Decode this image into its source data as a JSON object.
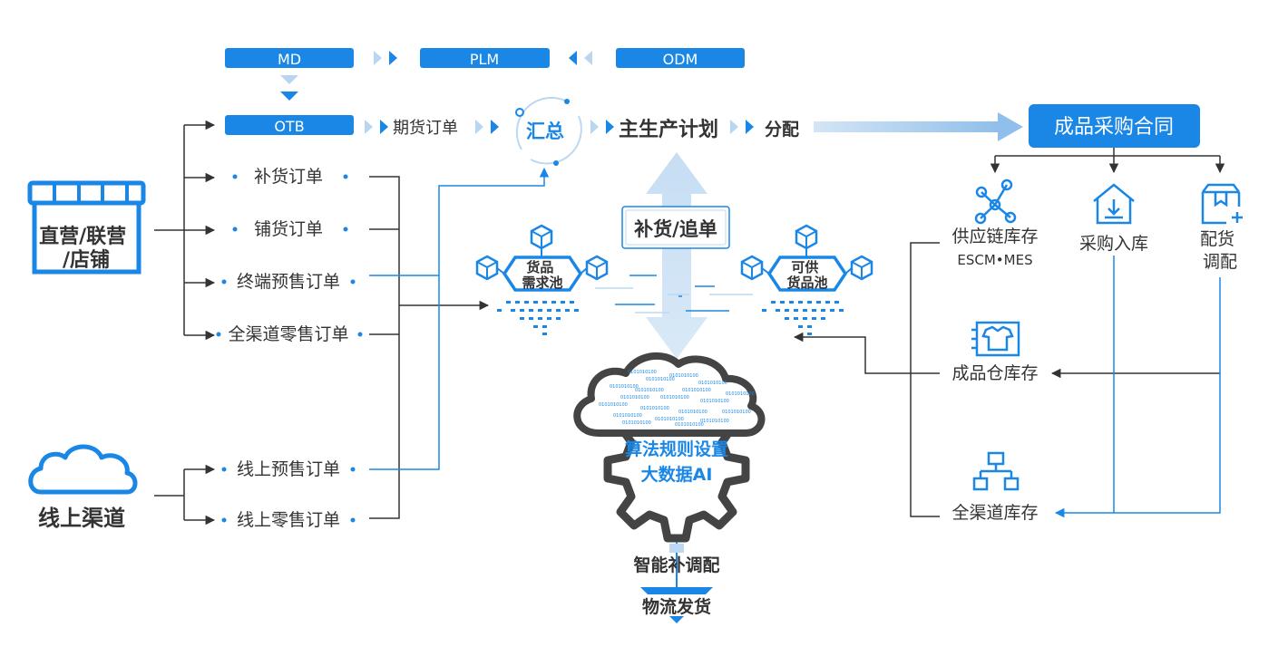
{
  "colors": {
    "primary": "#1a87e6",
    "light": "#bcd8f2",
    "text": "#333333",
    "line": "#333333"
  },
  "top_bar": {
    "md": "MD",
    "plm": "PLM",
    "odm": "ODM"
  },
  "flow": {
    "otb": "OTB",
    "futures_order": "期货订单",
    "summary": "汇总",
    "master_plan": "主生产计划",
    "allocation": "分配",
    "purchase_contract": "成品采购合同"
  },
  "channels": {
    "offline": "直营/联营\n/店铺",
    "online": "线上渠道"
  },
  "orders": {
    "replenish": "补货订单",
    "distribute": "铺货订单",
    "terminal_presale": "终端预售订单",
    "omni_retail": "全渠道零售订单",
    "online_presale": "线上预售订单",
    "online_retail": "线上零售订单"
  },
  "pools": {
    "demand": "货品\n需求池",
    "supply": "可供\n货品池"
  },
  "center": {
    "replenish_chase": "补货/追单",
    "algo": "算法规则设置",
    "bigdata": "大数据AI",
    "binary": "0101010100",
    "smart_alloc": "智能补调配",
    "logistics": "物流发货"
  },
  "right": {
    "supply_chain": "供应链库存",
    "escm": "ESCM•MES",
    "purchase_in": "采购入库",
    "allocation_adjust": "配货\n调配",
    "warehouse": "成品仓库存",
    "omni_inventory": "全渠道库存"
  },
  "icons": {
    "store": "store-icon",
    "cloud": "cloud-icon",
    "cube": "cube-icon",
    "network": "network-icon",
    "inbox": "inbox-download-icon",
    "box_plus": "box-plus-icon",
    "shirt": "shirt-rack-icon",
    "hierarchy": "hierarchy-icon",
    "gear": "gear-icon"
  }
}
